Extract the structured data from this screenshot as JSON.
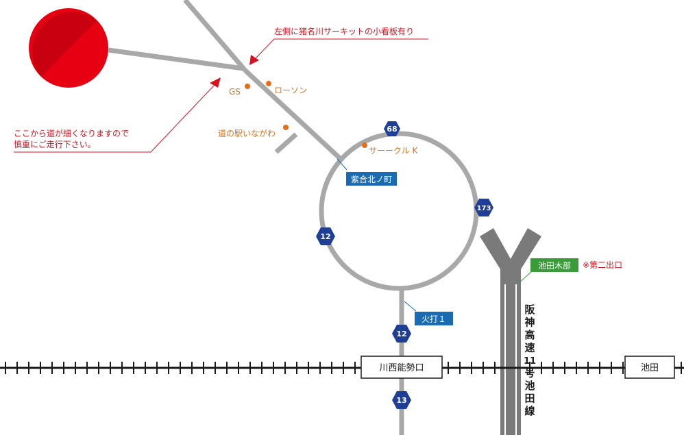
{
  "colors": {
    "road": "#a8a8a8",
    "highway": "#7a7a7a",
    "accent_red": "#d7111f",
    "orange": "#e2701a",
    "blue_label": "#1b6bb3",
    "green_label": "#3a9b3a",
    "route_shield": "#1f3f96"
  },
  "landmarks": {
    "gs": "GS",
    "lawson": "ローソン",
    "michi_no_eki": "道の駅いながわ",
    "circle_k": "サーークル K"
  },
  "notes": {
    "sign_note": "左側に猪名川サーキットの小看板有り",
    "narrow_line1": "ここから道が細くなりますので",
    "narrow_line2": "慎重にご走行下さい。",
    "second_exit": "※第二出口"
  },
  "intersections": {
    "murasakiai": "紫合北ノ町",
    "hiuchi": "火打１",
    "ikeda_kibe": "池田木部"
  },
  "routes": {
    "r68": "68",
    "r173": "173",
    "r12_left": "12",
    "r12_lower": "12",
    "r13": "13"
  },
  "stations": {
    "kawanishi": "川西能勢口",
    "ikeda": "池田"
  },
  "highway": {
    "name_chars": [
      "阪",
      "神",
      "高",
      "速",
      "11",
      "号",
      "池",
      "田",
      "線"
    ]
  }
}
